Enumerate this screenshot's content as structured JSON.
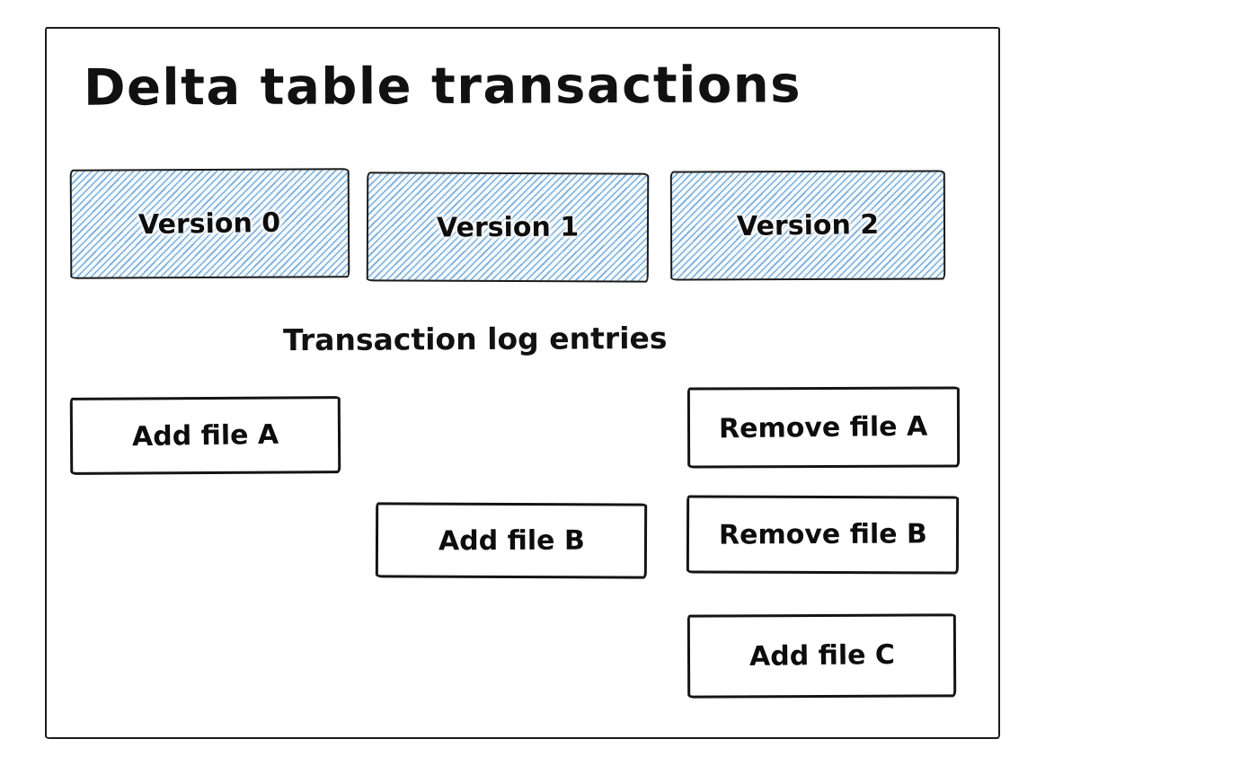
{
  "diagram": {
    "title": "Delta table transactions",
    "subtitle": "Transaction log entries",
    "versions": [
      {
        "label": "Version 0"
      },
      {
        "label": "Version 1"
      },
      {
        "label": "Version 2"
      }
    ],
    "log_entries": [
      {
        "label": "Add file A"
      },
      {
        "label": "Add file B"
      },
      {
        "label": "Remove file A"
      },
      {
        "label": "Remove file B"
      },
      {
        "label": "Add file C"
      }
    ],
    "colors": {
      "hatch_blue": "#79add9",
      "ink_black": "#141414",
      "background": "#ffffff"
    }
  }
}
